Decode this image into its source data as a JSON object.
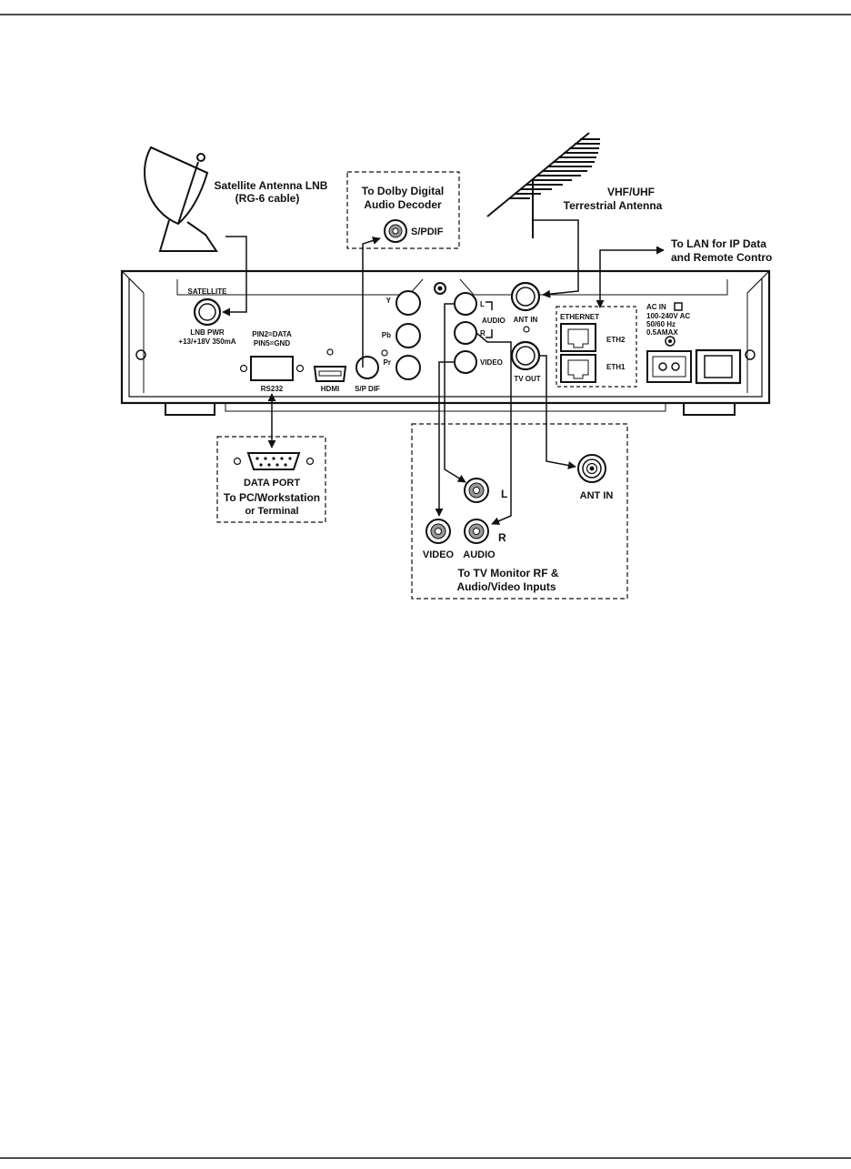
{
  "labels": {
    "satellite_lnb_1": "Satellite Antenna LNB",
    "satellite_lnb_2": "(RG-6 cable)",
    "dolby_1": "To Dolby Digital",
    "dolby_2": "Audio  Decoder",
    "spdif_ext": "S/PDIF",
    "vhf_1": "VHF/UHF",
    "vhf_2": "Terrestrial Antenna",
    "lan_1": "To LAN for IP Data",
    "lan_2": "and Remote Contro",
    "satellite": "SATELLITE",
    "lnb_pwr_1": "LNB PWR",
    "lnb_pwr_2": "+13/+18V 350mA",
    "pin_1": "PIN2=DATA",
    "pin_2": "PIN5=GND",
    "rs232": "RS232",
    "hdmi": "HDMI",
    "spdif_panel": "S/P DIF",
    "y": "Y",
    "pb": "Pb",
    "pr": "Pr",
    "audio_l": "L",
    "audio_r": "R",
    "audio": "AUDIO",
    "video": "VIDEO",
    "ant_in_panel": "ANT IN",
    "tv_out": "TV OUT",
    "ethernet": "ETHERNET",
    "eth2": "ETH2",
    "eth1": "ETH1",
    "ac_1": "AC IN",
    "ac_2": "100-240V AC",
    "ac_3": "50/60 Hz",
    "ac_4": "0.5AMAX",
    "data_port": "DATA PORT",
    "to_pc_1": "To PC/Workstation",
    "to_pc_2": "or Terminal",
    "tv_l": "L",
    "tv_r": "R",
    "tv_video": "VIDEO",
    "tv_audio": "AUDIO",
    "tv_ant_in": "ANT IN",
    "tv_monitor_1": "To TV Monitor RF &",
    "tv_monitor_2": "Audio/Video Inputs"
  }
}
